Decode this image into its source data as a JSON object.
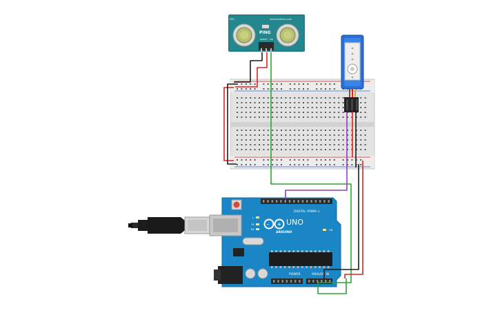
{
  "sensor": {
    "brand": "www.parallax.com",
    "label": "PING",
    "pins": [
      "GND",
      "5V",
      "SIG"
    ]
  },
  "servo": {},
  "breadboard": {},
  "arduino": {
    "brand": "ARDUINO",
    "model": "UNO",
    "digital_header": "DIGITAL (PWM~)",
    "power_header": "POWER",
    "analog_header": "ANALOG IN",
    "leds": [
      "L",
      "TX",
      "RX"
    ],
    "on_label": "ON"
  },
  "wire_colors": {
    "black": "#1a1a1a",
    "red": "#e0201c",
    "green": "#2fa12f",
    "purple": "#8e3fb8"
  }
}
